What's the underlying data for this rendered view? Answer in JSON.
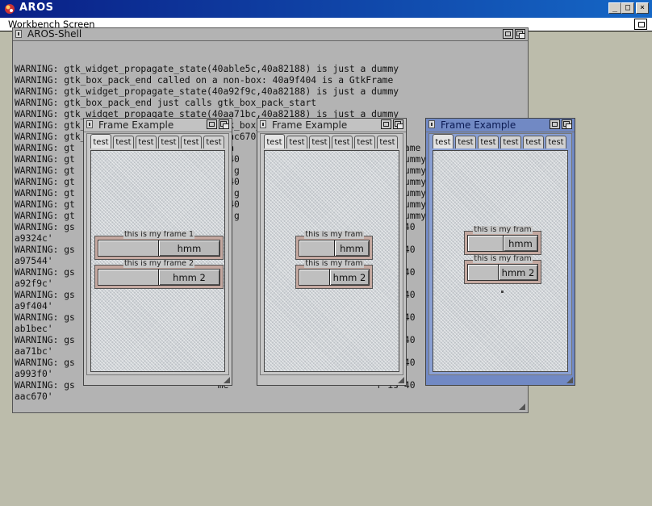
{
  "screen": {
    "title": "AROS",
    "workbench_label": "Workbench Screen"
  },
  "shell": {
    "title": "AROS-Shell",
    "lines": [
      "WARNING: gtk_widget_propagate_state(40able5c,40a82188) is just a dummy",
      "WARNING: gtk_box_pack_end called on a non-box: 40a9f404 is a GtkFrame",
      "WARNING: gtk_widget_propagate_state(40a92f9c,40a82188) is just a dummy",
      "WARNING: gtk_box_pack_end just calls gtk_box_pack_start",
      "WARNING: gtk_widget_propagate_state(40aa71bc,40a82188) is just a dummy",
      "WARNING: gtk_box_pack_end just calls gtk_box_pack_start",
      "WARNING: gtk_widget_propagate_state(40aac670,40a82188) is just a dummy",
      "WARNING: gt                          n a                          GtkFrame",
      "WARNING: gt                          e(40                         t a dummy",
      "WARNING: gt                          ls g                         t a dummy",
      "WARNING: gt                          e(40                         t a dummy",
      "WARNING: gt                          ls g                         t a dummy",
      "WARNING: gt                          e(40                         t a dummy",
      "WARNING: gt                          ls g                         t a dummy",
      "WARNING: gs                          me                           r is 40",
      "a9324c'",
      "WARNING: gs                          me                           r is 40",
      "a97544'",
      "WARNING: gs                          me                           r is 40",
      "a92f9c'",
      "WARNING: gs                          me                           r is 40",
      "a9f404'",
      "WARNING: gs                          me                           r is 40",
      "ab1bec'",
      "WARNING: gs                          me                           r is 40",
      "aa71bc'",
      "WARNING: gs                          me                           r is 40",
      "a993f0'",
      "WARNING: gs                          me                           r is 40",
      "aac670'"
    ]
  },
  "frame_windows": [
    {
      "title": "Frame Example",
      "tabs": [
        "test",
        "test",
        "test",
        "test",
        "test",
        "test"
      ],
      "frame1_label": "this is my frame 1",
      "frame1_button": "hmm",
      "frame2_label": "this is my frame 2",
      "frame2_button": "hmm 2"
    },
    {
      "title": "Frame Example",
      "tabs": [
        "test",
        "test",
        "test",
        "test",
        "test",
        "test"
      ],
      "frame1_label": "this is my fram",
      "frame1_button": "hmm",
      "frame2_label": "this is my fram",
      "frame2_button": "hmm 2"
    },
    {
      "title": "Frame Example",
      "tabs": [
        "test",
        "test",
        "test",
        "test",
        "test",
        "test"
      ],
      "frame1_label": "this is my fram",
      "frame1_button": "hmm",
      "frame2_label": "this is my fram",
      "frame2_button": "hmm 2"
    }
  ]
}
